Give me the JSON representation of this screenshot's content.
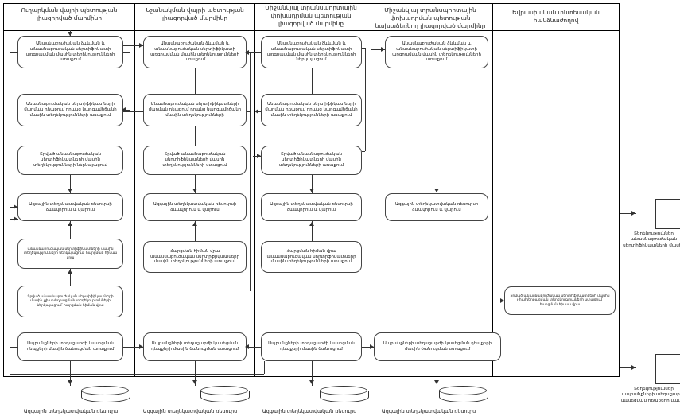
{
  "diagram": {
    "type": "swimlane-flowchart",
    "language": "hy",
    "lanes": [
      {
        "id": "lane-1",
        "title": "Ուղարկման վայրի պետության լիազորված մարմինը"
      },
      {
        "id": "lane-2",
        "title": "Նշանակման վայրի պետության լիազորված մարմինը"
      },
      {
        "id": "lane-3",
        "title": "Միջանկյալ տրանսպորտային փոխադրման պետության լիազորված մարմինը"
      },
      {
        "id": "lane-4",
        "title": "Միջանկյալ տրանսպորտային փոխադրման պետության նախաձեռնող լիազորված մարմինը"
      },
      {
        "id": "lane-5",
        "title": "Եվրասիական տնտեսական հանձնաժողով"
      }
    ],
    "nodes": {
      "c1": [
        {
          "id": "c1-n1",
          "text": "Անասնաբուժական ձևևման և անասնաբուժական սերտիֆիկատի առգրավման մասին տեղեկությունների առաքում"
        },
        {
          "id": "c1-n2",
          "text": "Անասնաբուժական սերտիֆիկատների մարման դեպքում դրանց կարգավիճակի մասին տեղեկությունների առաքում"
        },
        {
          "id": "c1-n3",
          "text": "Տրված անասնաբուժական սերտիֆիկատների մասին տեղեկությունների ներկայացում"
        },
        {
          "id": "c1-n4",
          "text": "Ազգային տեղեկատվական ռեսուրսի ձևավորում և վարում"
        },
        {
          "id": "c1-n5",
          "text": "անասնաբուժական սերտիֆիկատների մասին տեղեկությունների ներկայացում՝ հարցման հիման վրա"
        },
        {
          "id": "c1-n6",
          "text": "Տրված անասնաբուժական սերտիֆիկատների մասին չլիախեղբացման տեղեկությունների ներկայացում՝ հարցման հիման վրա"
        },
        {
          "id": "c1-n7",
          "text": "Ապրանքների տեղաշարժի կասեցման դեպքերի մասին ծանուցման առաքում"
        }
      ],
      "c2": [
        {
          "id": "c2-n1",
          "text": "Անասնաբուժական ձևևման և անասնաբուժական սերտիֆիկատի առգրավման մասին տեղեկությունների առաքում"
        },
        {
          "id": "c2-n2",
          "text": "Անասնաբուժական սերտիֆիկատների մարման դեպքում դրանց կարգավիճակի մասին տեղեկությունների"
        },
        {
          "id": "c2-n3",
          "text": "Տրված անասնաբուժական սերտիֆիկատների մասին տեղեկությունների ստացում"
        },
        {
          "id": "c2-n4",
          "text": "Ազգային տեղեկատվական ռեսուրսի ձևավորում և վարում"
        },
        {
          "id": "c2-n5",
          "text": "Հարցման հիման վրա անասնաբուժական սերտիֆիկատների մասին տեղեկությունների առաքում"
        },
        {
          "id": "c2-n6",
          "text": "Ապրանքների տեղաշարժի կասեցման դեպքերի մասին ծանուցման ստացում"
        }
      ],
      "c3": [
        {
          "id": "c3-n1",
          "text": "Անասնաբուժական ձևևման և անասնաբուժական սերտիֆիկատի առգրավման մասին տեղեկությունների ներկայացում"
        },
        {
          "id": "c3-n2",
          "text": "Անասնաբուժական սերտիֆիկատների մարման դեպքում դրանց կարգավիճակի մասին տեղեկությունների առաքում"
        },
        {
          "id": "c3-n3",
          "text": "Տրված անասնաբուժական սերտիֆիկատների մասին տեղեկությունների առաքում"
        },
        {
          "id": "c3-n4",
          "text": "Ազգային տեղեկատվական ռեսուրսի ձևավորում և վարում"
        },
        {
          "id": "c3-n5",
          "text": "Հարցման հիման վրա անասնաբուժական սերտիֆիկատների մասին տեղեկությունների առաքում"
        },
        {
          "id": "c3-n6",
          "text": "Ապրանքների տեղաշարժի կասեցման դեպքերի մասին ծանուցում"
        }
      ],
      "c4": [
        {
          "id": "c4-n1",
          "text": "Անասնաբուժական ձևևման և անասնաբուժական սերտիֆիկատի առգրավման մասին տեղեկությունների առաքում"
        },
        {
          "id": "c4-n2",
          "text": "Ազգային տեղեկատվական ռեսուրսի ձևավորում և վարում"
        },
        {
          "id": "c4-n3",
          "text": "Ապրանքների տեղաշարժի կասեցման դեպքերի մասին ծանուցման ստացում"
        }
      ],
      "c5": [
        {
          "id": "c5-n1",
          "text": "Տրված անասնաբուժական սերտիֆիկատների մասին չլիախեղբացման տեղեկությունների ստացում՝ հարցման հիման վրա"
        }
      ]
    },
    "datastores": [
      {
        "id": "db-1",
        "label": "Ազգային տեղեկատվական ռեսուրս"
      },
      {
        "id": "db-2",
        "label": "Ազգային տեղեկատվական ռեսուրս"
      },
      {
        "id": "db-3",
        "label": "Ազգային տեղեկատվական ռեսուրս"
      },
      {
        "id": "db-4",
        "label": "Ազգային տեղեկատվական ռեսուրս"
      }
    ],
    "documents": [
      {
        "id": "doc-1",
        "label": "Տեղեկություններ անասնաբուժական սերտիֆիկատների մասին"
      },
      {
        "id": "doc-2",
        "label": "Տեղեկություններ ապրանքների տեղաշարժի կասեցման դեպքերի մասին"
      }
    ],
    "colors": {
      "stroke": "#333333",
      "text": "#111111",
      "background": "#ffffff"
    }
  }
}
